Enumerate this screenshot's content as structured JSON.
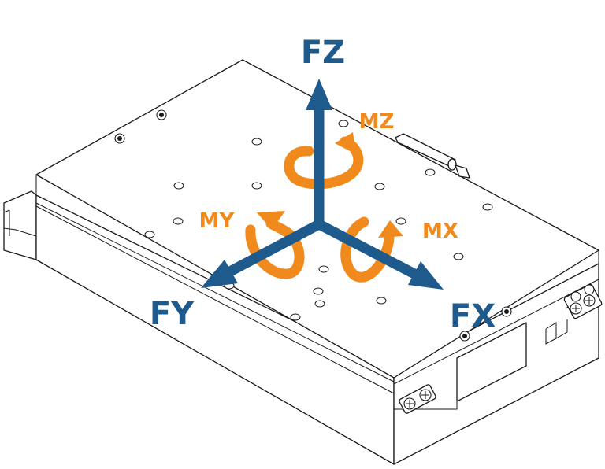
{
  "axes": {
    "fz": {
      "label": "FZ",
      "color": "#1f5a8c"
    },
    "fy": {
      "label": "FY",
      "color": "#1f5a8c"
    },
    "fx": {
      "label": "FX",
      "color": "#1f5a8c"
    },
    "mz": {
      "label": "MZ",
      "color": "#f08a1c"
    },
    "my": {
      "label": "MY",
      "color": "#f08a1c"
    },
    "mx": {
      "label": "MX",
      "color": "#f08a1c"
    }
  },
  "colors": {
    "force_arrow": "#1f5a8c",
    "moment_arrow": "#f08a1c",
    "line_art": "#1a1a1a"
  }
}
